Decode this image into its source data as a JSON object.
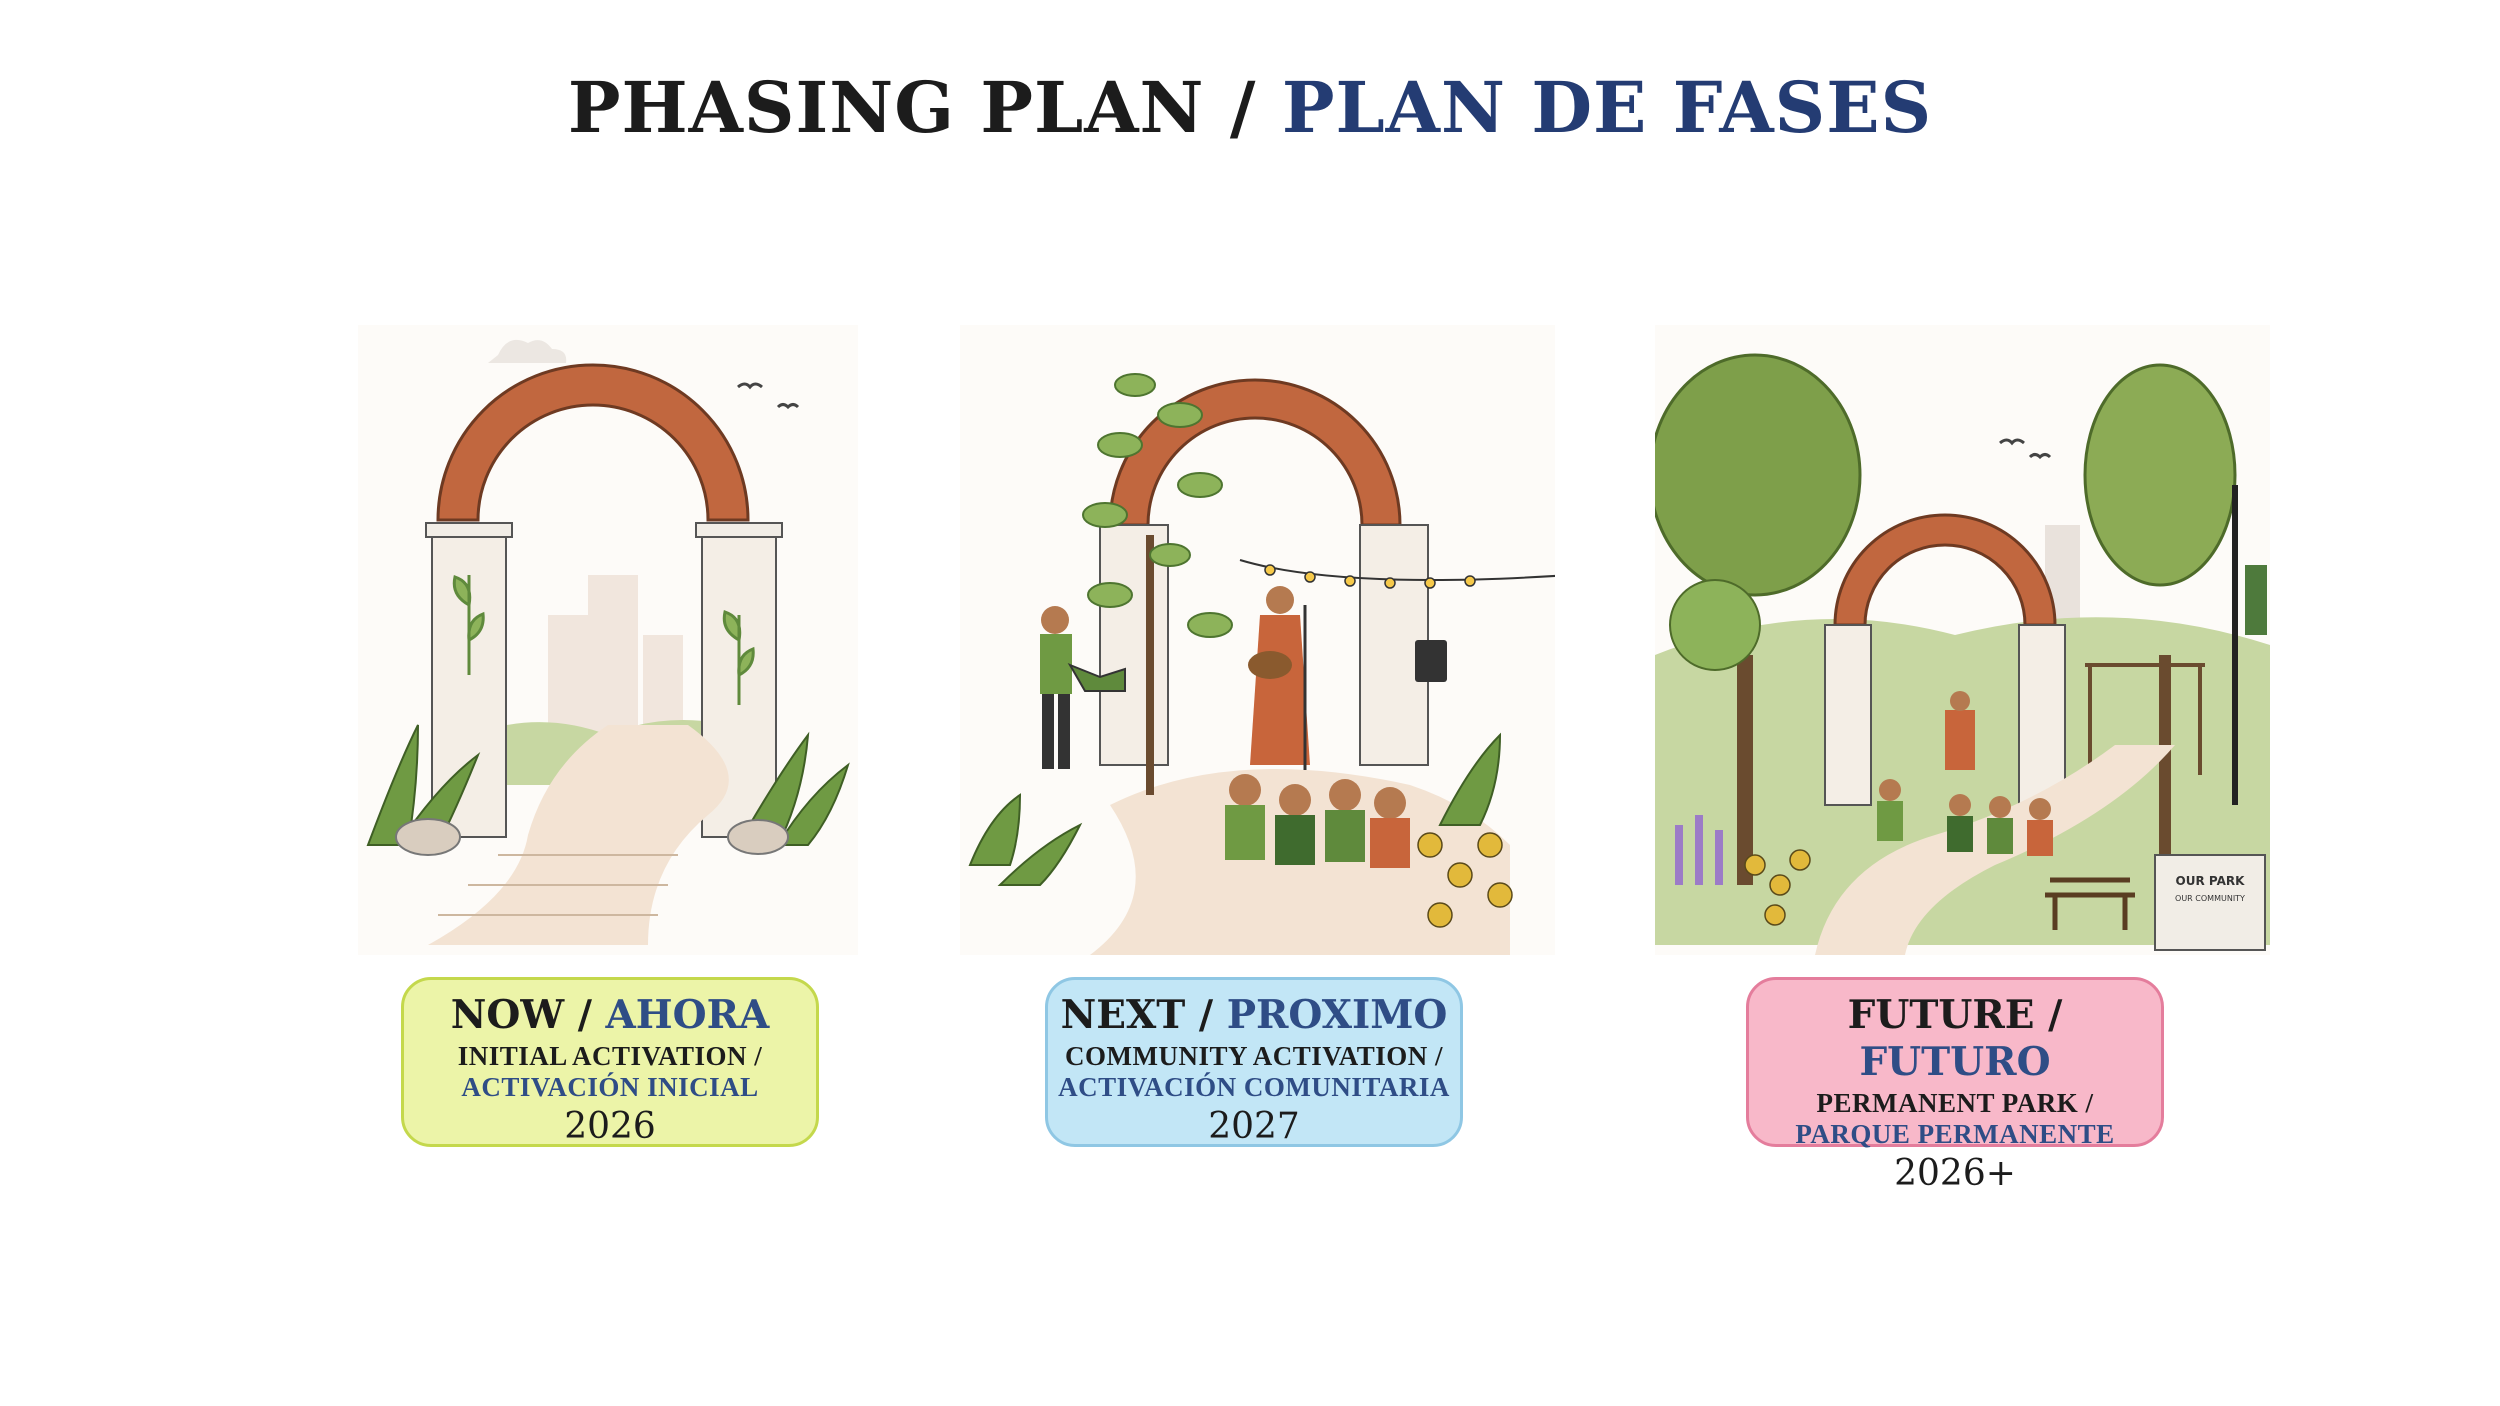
{
  "title": {
    "en": "PHASING PLAN",
    "sep": " / ",
    "es": "PLAN DE FASES"
  },
  "phases": [
    {
      "label_en": "NOW",
      "label_es": "AHORA",
      "desc_en": "INITIAL ACTIVATION /",
      "desc_es": "ACTIVACIÓN INICIAL",
      "year": "2026"
    },
    {
      "label_en": "NEXT",
      "label_es": "PROXIMO",
      "desc_en": "COMMUNITY ACTIVATION /",
      "desc_es": "ACTIVACIÓN COMUNITARIA",
      "year": "2027"
    },
    {
      "label_en": "FUTURE",
      "label_es": "FUTURO",
      "desc_en": "PERMANENT PARK /",
      "desc_es": "PARQUE PERMANENTE",
      "year": "2026+"
    }
  ],
  "sign": {
    "line1": "OUR PARK",
    "line2": "OUR COMMUNITY"
  },
  "colors": {
    "navy": "#243c73",
    "arch": "#c1673f",
    "now": "#ecf4a8",
    "next": "#c2e6f6",
    "future": "#f8b8c9"
  }
}
